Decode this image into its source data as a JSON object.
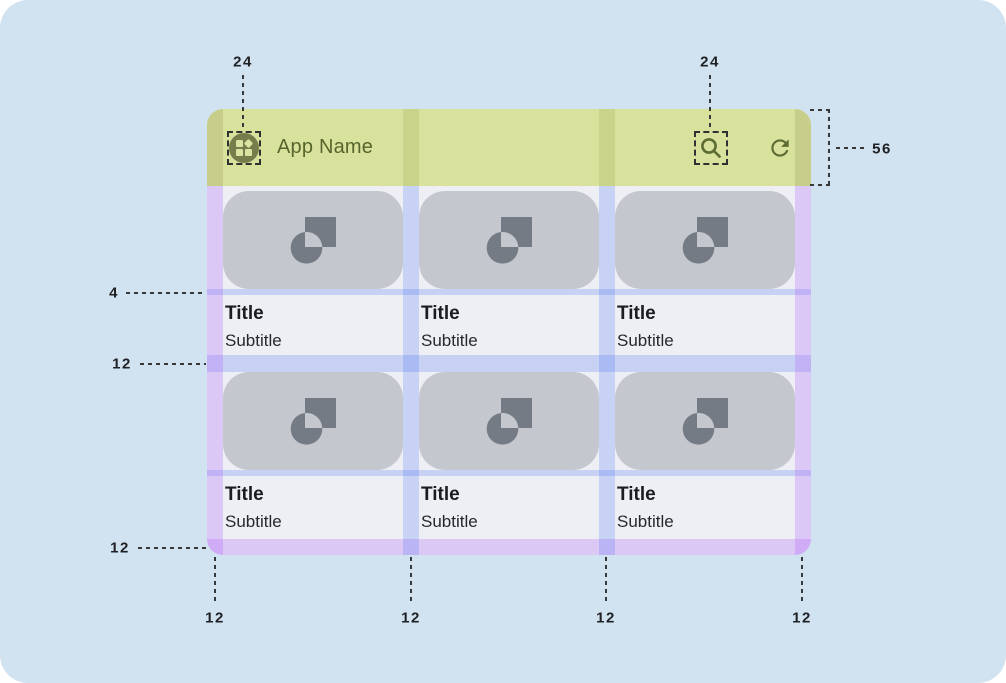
{
  "app": {
    "name": "App Name",
    "icons": {
      "logo": "apps-grid-logo-icon",
      "search": "search-icon",
      "refresh": "refresh-icon",
      "placeholder": "image-placeholder-icon"
    }
  },
  "cards": [
    {
      "title": "Title",
      "subtitle": "Subtitle"
    },
    {
      "title": "Title",
      "subtitle": "Subtitle"
    },
    {
      "title": "Title",
      "subtitle": "Subtitle"
    },
    {
      "title": "Title",
      "subtitle": "Subtitle"
    },
    {
      "title": "Title",
      "subtitle": "Subtitle"
    },
    {
      "title": "Title",
      "subtitle": "Subtitle"
    }
  ],
  "measurements": {
    "logo_touch_target": "24",
    "search_touch_target": "24",
    "appbar_height": "56",
    "image_to_title_gap": "4",
    "row_gap": "12",
    "bottom_margin": "12",
    "left_margin": "12",
    "gutter_left": "12",
    "gutter_right": "12",
    "right_margin": "12"
  },
  "colors": {
    "canvas_blue": "#d1e2f1",
    "appbar_green": "#d8e29d",
    "margin_purple": "#dfc9f5",
    "spacing_blue": "#c2cff4",
    "card_gray": "#c4c7cd",
    "icon_gray": "#757b84",
    "olive_text": "#57652c",
    "surface": "#edeff5"
  }
}
